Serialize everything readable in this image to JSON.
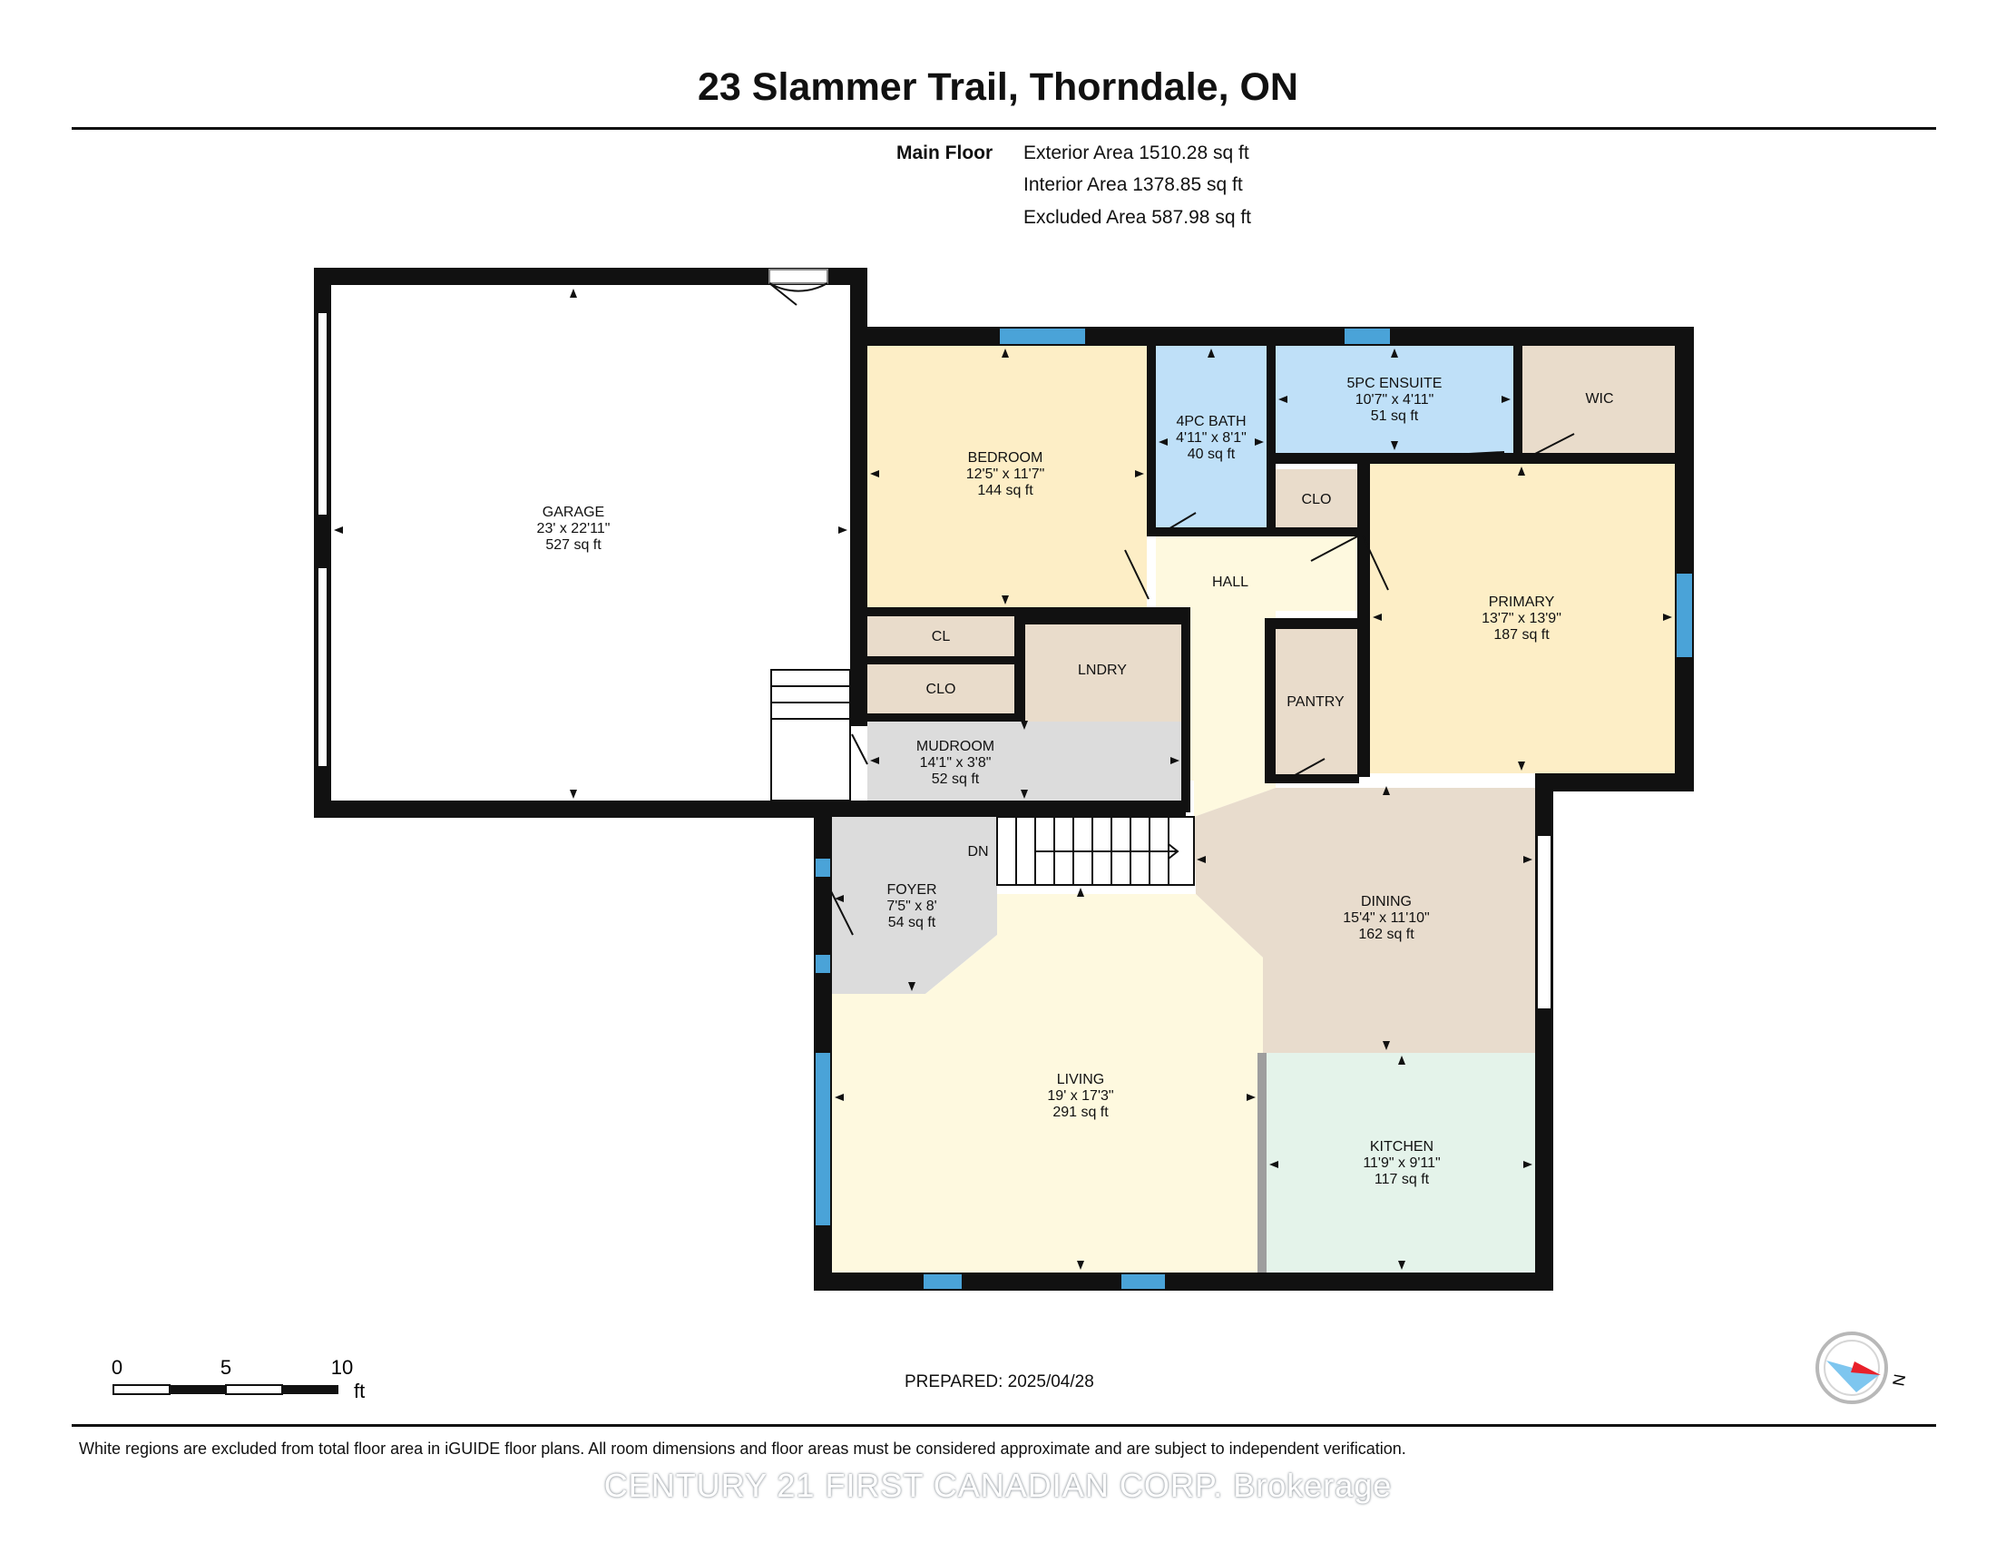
{
  "header": {
    "title": "23 Slammer Trail, Thorndale, ON",
    "floor_label": "Main Floor",
    "areas": [
      "Exterior Area 1510.28 sq ft",
      "Interior Area 1378.85 sq ft",
      "Excluded Area 587.98 sq ft"
    ]
  },
  "rooms": [
    {
      "name": "GARAGE",
      "dims": "23' x 22'11\"",
      "area": "527 sq ft"
    },
    {
      "name": "BEDROOM",
      "dims": "12'5\" x 11'7\"",
      "area": "144 sq ft"
    },
    {
      "name": "4PC BATH",
      "dims": "4'11\" x 8'1\"",
      "area": "40 sq ft"
    },
    {
      "name": "5PC ENSUITE",
      "dims": "10'7\" x 4'11\"",
      "area": "51 sq ft"
    },
    {
      "name": "WIC"
    },
    {
      "name": "CLO"
    },
    {
      "name": "HALL"
    },
    {
      "name": "PRIMARY",
      "dims": "13'7\" x 13'9\"",
      "area": "187 sq ft"
    },
    {
      "name": "CL"
    },
    {
      "name": "CLO"
    },
    {
      "name": "LNDRY"
    },
    {
      "name": "PANTRY"
    },
    {
      "name": "MUDROOM",
      "dims": "14'1\" x 3'8\"",
      "area": "52 sq ft"
    },
    {
      "name": "DN"
    },
    {
      "name": "FOYER",
      "dims": "7'5\" x 8'",
      "area": "54 sq ft"
    },
    {
      "name": "DINING",
      "dims": "15'4\" x 11'10\"",
      "area": "162 sq ft"
    },
    {
      "name": "LIVING",
      "dims": "19' x 17'3\"",
      "area": "291 sq ft"
    },
    {
      "name": "KITCHEN",
      "dims": "11'9\" x 9'11\"",
      "area": "117 sq ft"
    }
  ],
  "scale": {
    "ticks": [
      "0",
      "5",
      "10"
    ],
    "unit": "ft"
  },
  "compass": {
    "label": "N"
  },
  "prepared": "PREPARED: 2025/04/28",
  "footer_note": "White regions are excluded from total floor area in iGUIDE floor plans. All room dimensions and floor areas must be considered approximate and are subject to independent verification.",
  "watermark": "CENTURY 21 FIRST CANADIAN CORP. Brokerage",
  "colors": {
    "wall": "#111111",
    "bedroom": "#fdeec6",
    "bath": "#bfe0f8",
    "closet": "#e9dccb",
    "hall": "#fef9df",
    "dining": "#e8dccd",
    "kitchen": "#e4f3ea",
    "mudroom": "#dcdcdc",
    "window": "#4aa3d8",
    "compass_pointer": "#e8202a"
  }
}
